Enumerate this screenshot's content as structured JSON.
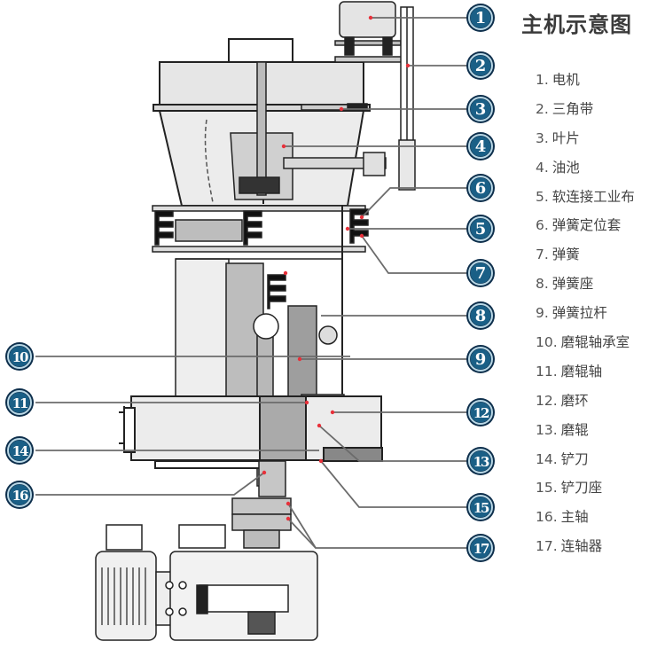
{
  "title": "主机示意图",
  "colors": {
    "badge_outer": "#0e2f4c",
    "badge_ring": "#b9d8e6",
    "badge_inner": "#1a5f86",
    "leader_line": "#6b6b6b",
    "marker_dot": "#e8303a",
    "machine_fill_light": "#ececec",
    "machine_fill_mid": "#c8c8c8",
    "machine_fill_dark": "#9c9c9c",
    "outline": "#222222"
  },
  "legend": [
    {
      "num": "1.",
      "label": "电机"
    },
    {
      "num": "2.",
      "label": "三角带"
    },
    {
      "num": "3.",
      "label": "叶片"
    },
    {
      "num": "4.",
      "label": "油池"
    },
    {
      "num": "5.",
      "label": "软连接工业布"
    },
    {
      "num": "6.",
      "label": "弹簧定位套"
    },
    {
      "num": "7.",
      "label": "弹簧"
    },
    {
      "num": "8.",
      "label": "弹簧座"
    },
    {
      "num": "9.",
      "label": "弹簧拉杆"
    },
    {
      "num": "10.",
      "label": "磨辊轴承室"
    },
    {
      "num": "11.",
      "label": "磨辊轴"
    },
    {
      "num": "12.",
      "label": "磨环"
    },
    {
      "num": "13.",
      "label": "磨辊"
    },
    {
      "num": "14.",
      "label": "铲刀"
    },
    {
      "num": "15.",
      "label": "铲刀座"
    },
    {
      "num": "16.",
      "label": "主轴"
    },
    {
      "num": "17.",
      "label": "连轴器"
    }
  ],
  "callouts": {
    "right": [
      "1",
      "2",
      "3",
      "4",
      "6",
      "5",
      "7",
      "8",
      "9",
      "12",
      "13",
      "15",
      "17"
    ],
    "left": [
      "10",
      "11",
      "14",
      "16"
    ]
  }
}
